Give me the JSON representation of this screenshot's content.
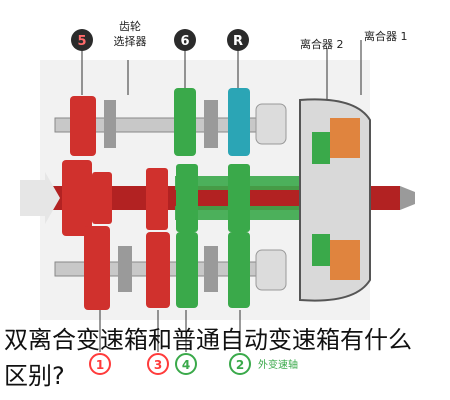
{
  "diagram": {
    "labels": {
      "five": "5",
      "gear_selector": "齿轮\n选择器",
      "six": "6",
      "reverse": "R",
      "clutch_2": "离合器 2",
      "clutch_1": "离合器 1",
      "one": "1",
      "three": "3",
      "four": "4",
      "two": "2",
      "outer_shaft": "外变速轴"
    },
    "colors": {
      "gear_red": "#d0312d",
      "gear_green": "#3aa94a",
      "gear_teal": "#2ba5b5",
      "shaft_red": "#b22222",
      "clutch_orange": "#e07a2c",
      "label_circle_top": "#2b2b2b",
      "label_circle_bottom": "#ff3b3b"
    }
  },
  "caption": {
    "line1": "双离合变速箱和普通自动变速箱有什么",
    "line2": "区别?"
  }
}
